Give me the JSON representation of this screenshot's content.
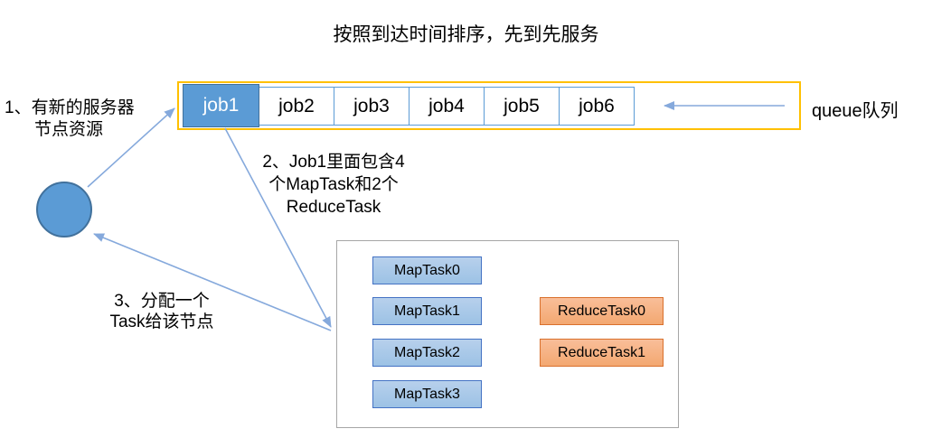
{
  "title": "按照到达时间排序，先到先服务",
  "queue": {
    "label": "queue队列",
    "jobs": [
      {
        "label": "job1",
        "active": true
      },
      {
        "label": "job2",
        "active": false
      },
      {
        "label": "job3",
        "active": false
      },
      {
        "label": "job4",
        "active": false
      },
      {
        "label": "job5",
        "active": false
      },
      {
        "label": "job6",
        "active": false
      }
    ]
  },
  "steps": {
    "step1": {
      "line1": "1、有新的服务器",
      "line2": "节点资源"
    },
    "step2": {
      "line1": "2、Job1里面包含4",
      "line2": "个MapTask和2个",
      "line3": "ReduceTask"
    },
    "step3": {
      "line1": "3、分配一个",
      "line2": "Task给该节点"
    }
  },
  "job1_tasks": {
    "map": [
      "MapTask0",
      "MapTask1",
      "MapTask2",
      "MapTask3"
    ],
    "reduce": [
      "ReduceTask0",
      "ReduceTask1"
    ]
  },
  "colors": {
    "queue_border": "#FFC000",
    "job_blue": "#5B9BD5",
    "job_blue_dark": "#41719C",
    "map_task_fill": "#A8C8E8",
    "map_task_border": "#4472C4",
    "reduce_task_fill": "#F5B183",
    "reduce_task_border": "#D9702C",
    "arrow": "#85A9DC",
    "task_box_border": "#A6A6A6"
  }
}
